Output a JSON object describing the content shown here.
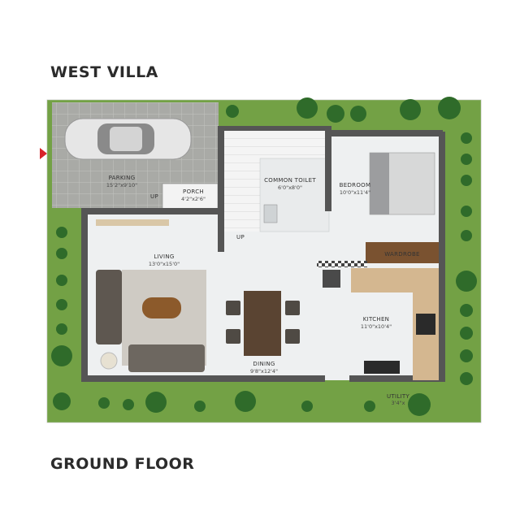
{
  "header": {
    "title": "WEST VILLA"
  },
  "footer": {
    "title": "GROUND FLOOR"
  },
  "rooms": {
    "parking": {
      "name": "PARKING",
      "dims": "15'2\"x9'10\""
    },
    "porch": {
      "name": "PORCH",
      "dims": "4'2\"x2'6\""
    },
    "common_toilet": {
      "name": "COMMON TOILET",
      "dims": "6'0\"x8'0\""
    },
    "bedroom": {
      "name": "BEDROOM",
      "dims": "10'0\"x11'4\""
    },
    "living": {
      "name": "LIVING",
      "dims": "13'0\"x15'0\""
    },
    "wardrobe": {
      "name": "WARDROBE"
    },
    "kitchen": {
      "name": "KITCHEN",
      "dims": "11'0\"x10'4\""
    },
    "dining": {
      "name": "DINING",
      "dims": "9'8\"x12'4\""
    },
    "utility": {
      "name": "UTILITY",
      "dims": "3'4\"x"
    }
  },
  "labels": {
    "up_porch": "UP",
    "up_stair": "UP"
  },
  "colors": {
    "accent_marker": "#d8232a",
    "lawn": "#6a9a3e",
    "wall": "#555555",
    "floor": "#eef0f1"
  }
}
